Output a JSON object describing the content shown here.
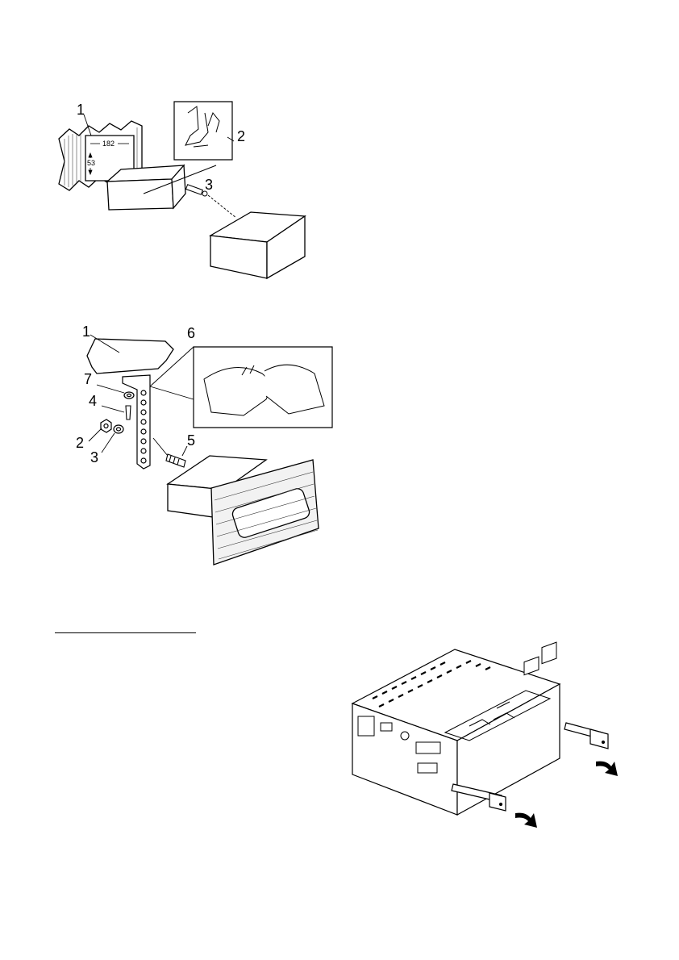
{
  "figure1": {
    "callouts": [
      "1",
      "2",
      "3"
    ],
    "dimensions": [
      "182",
      "53"
    ]
  },
  "figure2": {
    "callouts": [
      "1",
      "6",
      "7",
      "4",
      "2",
      "3",
      "5"
    ]
  },
  "figure3": {},
  "colors": {
    "ink": "#000000",
    "paper": "#ffffff",
    "hatch": "#333333"
  }
}
